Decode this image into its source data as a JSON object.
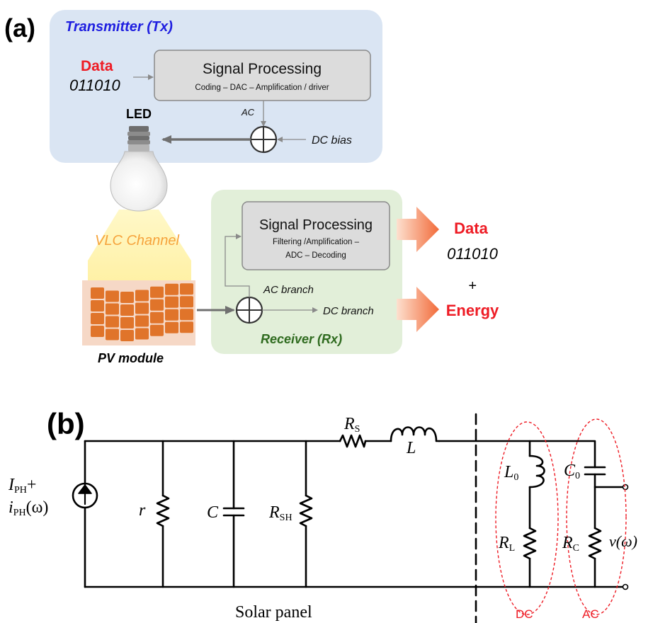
{
  "panel_a": {
    "label": "(a)",
    "tx_title": "Transmitter (Tx)",
    "data_label": "Data",
    "data_bits": "011010",
    "sp_title": "Signal Processing",
    "sp_sub": "Coding – DAC –  Amplification / driver",
    "ac_label": "AC",
    "dc_bias_label": "DC bias",
    "led_label": "LED",
    "vlc_label": "VLC Channel",
    "pv_label": "PV module",
    "rx_title": "Receiver (Rx)",
    "rx_sp_title": "Signal Processing",
    "rx_sp_sub1": "Filtering /Amplification –",
    "rx_sp_sub2": "ADC – Decoding",
    "ac_branch": "AC branch",
    "dc_branch": "DC branch",
    "out_data": "Data",
    "out_bits": "011010",
    "plus": "+",
    "energy": "Energy"
  },
  "panel_b": {
    "label": "(b)",
    "iph": "I",
    "iph_sub": "PH",
    "iph_plus": "+",
    "iph2": "i",
    "iph2_sub": "PH",
    "iph2_omega": "(ω)",
    "r": "r",
    "c": "C",
    "rsh": "R",
    "rsh_sub": "SH",
    "rs": "R",
    "rs_sub": "S",
    "l": "L",
    "l0": "L",
    "l0_sub": "0",
    "rl": "R",
    "rl_sub": "L",
    "c0": "C",
    "c0_sub": "0",
    "rc": "R",
    "rc_sub": "C",
    "v": "v(ω)",
    "solar_panel": "Solar panel",
    "dc": "DC",
    "ac": "AC"
  },
  "colors": {
    "tx_box": "#dae5f3",
    "rx_box": "#e2efd9",
    "sp_box": "#dcdcdc",
    "blue_title": "#1f1fe0",
    "red": "#ee1c25",
    "orange": "#f6a33b",
    "green_title": "#2f6b1f",
    "pv_orange": "#e0742a"
  }
}
